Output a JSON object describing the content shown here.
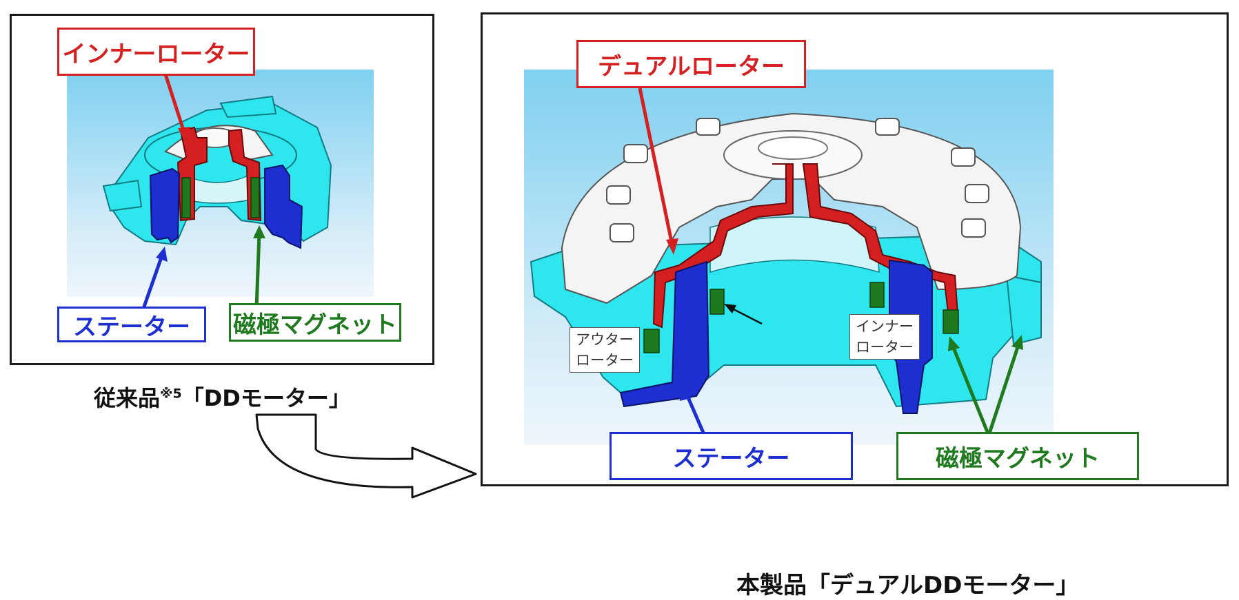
{
  "left_panel": {
    "callout_rotor": "インナーローター",
    "callout_stator": "ステーター",
    "callout_magnet": "磁極マグネット",
    "caption_main": "従来品",
    "caption_note": "※5",
    "caption_product": "「DDモーター」"
  },
  "right_panel": {
    "callout_rotor": "デュアルローター",
    "callout_outer_rotor_line1": "アウター",
    "callout_outer_rotor_line2": "ローター",
    "callout_inner_rotor_line1": "インナー",
    "callout_inner_rotor_line2": "ローター",
    "callout_stator": "ステーター",
    "callout_magnet": "磁極マグネット",
    "caption": "本製品「デュアルDDモーター」"
  },
  "colors": {
    "rotor": "#d42020",
    "stator": "#1d2fd0",
    "magnet": "#1f7a1f",
    "housing": "#2de6ee",
    "cover": "#f4f4f4"
  }
}
